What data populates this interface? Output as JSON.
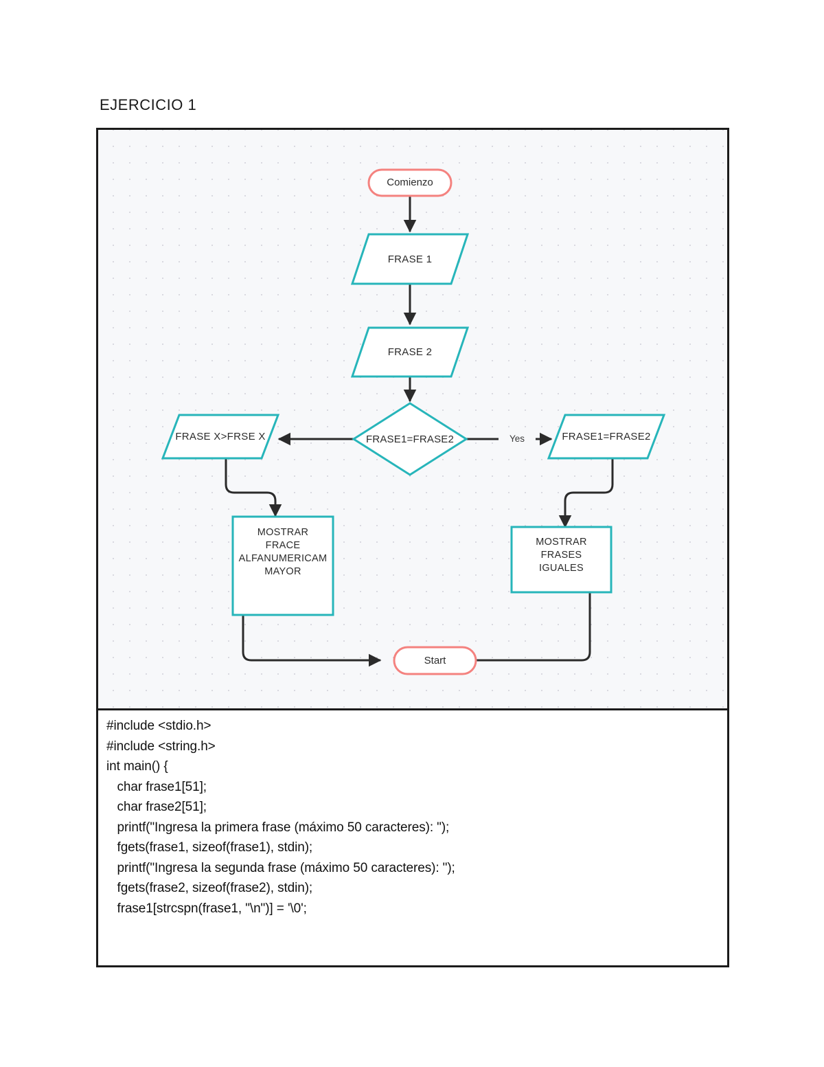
{
  "document": {
    "title": "EJERCICIO 1"
  },
  "colors": {
    "terminal_stroke": "#f4827f",
    "process_stroke": "#27b5ba",
    "connector": "#2b2b2b",
    "canvas_bg": "#f7f8fa",
    "grid_dot": "#d9d9e0",
    "frame_border": "#1b1b1b",
    "node_fill": "#ffffff",
    "text": "#2b2b2b"
  },
  "flowchart": {
    "nodes": [
      {
        "id": "comienzo",
        "type": "terminal",
        "label": "Comienzo"
      },
      {
        "id": "frase1",
        "type": "io",
        "label": "FRASE 1"
      },
      {
        "id": "frase2",
        "type": "io",
        "label": "FRASE 2"
      },
      {
        "id": "decision",
        "type": "decision",
        "label": "FRASE1=FRASE2"
      },
      {
        "id": "io-left",
        "type": "io",
        "label": "FRASE X>FRSE X"
      },
      {
        "id": "io-right",
        "type": "io",
        "label": "FRASE1=FRASE2"
      },
      {
        "id": "proc-left",
        "type": "process",
        "label": "MOSTRAR\nFRACE\nALFANUMERICAM\nMAYOR"
      },
      {
        "id": "proc-right",
        "type": "process",
        "label": "MOSTRAR\nFRASES\nIGUALES"
      },
      {
        "id": "start-end",
        "type": "terminal",
        "label": "Start"
      }
    ],
    "edge_labels": [
      {
        "id": "yes-label",
        "label": "Yes"
      }
    ]
  },
  "code": {
    "lines": [
      "#include <stdio.h>",
      "#include <string.h>",
      "",
      "int main() {",
      "   char frase1[51];",
      "   char frase2[51];",
      "",
      "   printf(\"Ingresa la primera frase (máximo 50 caracteres): \");",
      "   fgets(frase1, sizeof(frase1), stdin);",
      "   printf(\"Ingresa la segunda frase (máximo 50 caracteres): \");",
      "   fgets(frase2, sizeof(frase2), stdin);",
      "",
      "   frase1[strcspn(frase1, \"\\n\")] = '\\0';"
    ]
  }
}
